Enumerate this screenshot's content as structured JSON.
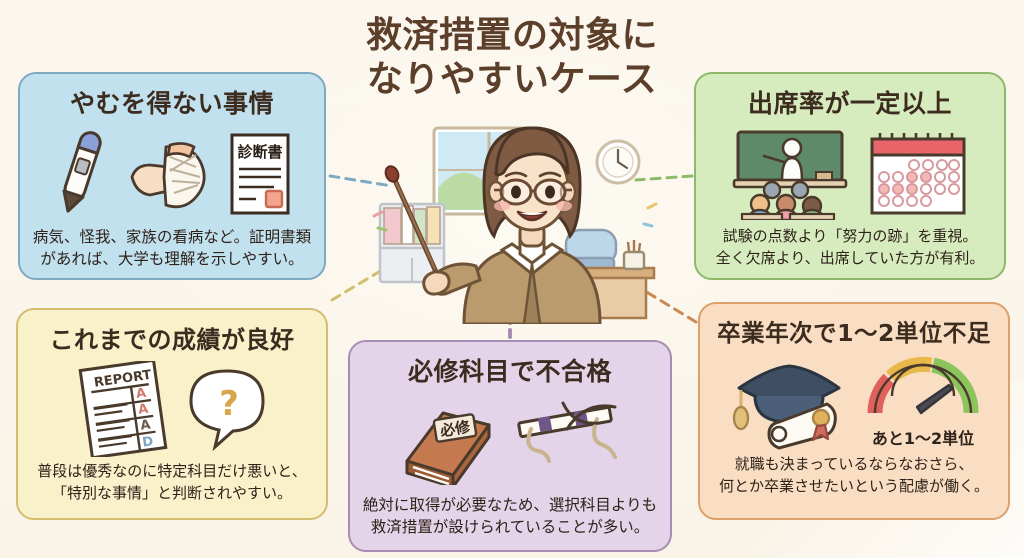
{
  "title": {
    "line1": "救済措置の対象に",
    "line2": "なりやすいケース"
  },
  "colors": {
    "page_background": "#faf6ec",
    "title_text": "#5c3f2a",
    "card_blue_bg": "#c2e1ef",
    "card_blue_border": "#7fa9bf",
    "card_green_bg": "#d7ecbe",
    "card_green_border": "#8eb96a",
    "card_yellow_bg": "#f8f1ca",
    "card_yellow_border": "#d3bd6e",
    "card_purple_bg": "#e4d4e9",
    "card_purple_border": "#a98cb1",
    "card_orange_bg": "#fadec4",
    "card_orange_border": "#dda06a"
  },
  "cards": [
    {
      "id": "reason",
      "title": "やむを得ない事情",
      "body_line1": "病気、怪我、家族の看病など。証明書類",
      "body_line2": "があれば、大学も理解を示しやすい。",
      "icons": [
        "thermometer-icon",
        "bandaged-arm-icon",
        "medical-certificate-icon"
      ],
      "icon_texts": {
        "certificate": "診断書"
      }
    },
    {
      "id": "attendance",
      "title": "出席率が一定以上",
      "body_line1": "試験の点数より「努力の跡」を重視。",
      "body_line2": "全く欠席より、出席していた方が有利。",
      "icons": [
        "classroom-icon",
        "calendar-icon"
      ]
    },
    {
      "id": "grades",
      "title": "これまでの成績が良好",
      "body_line1": "普段は優秀なのに特定科目だけ悪いと、",
      "body_line2": "「特別な事情」と判断されやすい。",
      "icons": [
        "report-card-icon",
        "question-bubble-icon"
      ],
      "icon_texts": {
        "report_heading": "REPORT",
        "grades": [
          "A",
          "A",
          "A",
          "D"
        ],
        "question_mark": "?"
      }
    },
    {
      "id": "required",
      "title": "必修科目で不合格",
      "body_line1": "絶対に取得が必要なため、選択科目よりも",
      "body_line2": "救済措置が設けられていることが多い。",
      "icons": [
        "textbook-icon",
        "hurdle-icon"
      ],
      "icon_texts": {
        "book_label": "必修"
      }
    },
    {
      "id": "credits",
      "title": "卒業年次で1〜2単位不足",
      "body_line1": "就職も決まっているならなおさら、",
      "body_line2": "何とか卒業させたいという配慮が働く。",
      "icons": [
        "graduation-cap-icon",
        "diploma-icon",
        "gauge-icon"
      ],
      "icon_texts": {
        "gauge_label": "あと1〜2単位"
      }
    }
  ],
  "center": {
    "illustration": "teacher-with-pointer",
    "scene_items": [
      "window",
      "bookshelf",
      "wall-clock",
      "desk",
      "chair",
      "pen-cup"
    ]
  }
}
